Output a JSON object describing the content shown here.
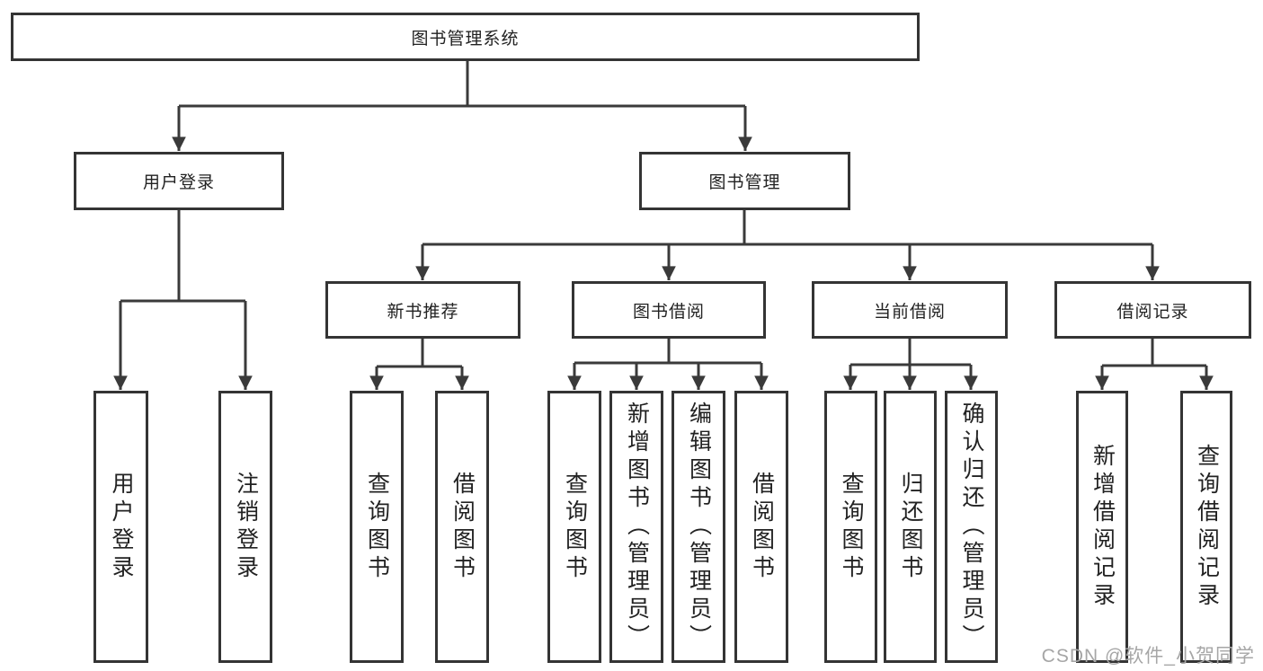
{
  "colors": {
    "line": "#3a3a3a",
    "box_border": "#343434",
    "box_fill": "#ffffff",
    "text": "#222222",
    "watermark": "#a6a6a6",
    "background": "#ffffff"
  },
  "watermark": "CSDN @软件_小贺同学",
  "tree": {
    "root": "图书管理系统",
    "branches": [
      {
        "label": "用户登录",
        "leaves": [
          "用户登录",
          "注销登录"
        ]
      },
      {
        "label": "图书管理",
        "groups": [
          {
            "label": "新书推荐",
            "leaves": [
              "查询图书",
              "借阅图书"
            ]
          },
          {
            "label": "图书借阅",
            "leaves": [
              "查询图书",
              "新增图书（管理员）",
              "编辑图书（管理员）",
              "借阅图书"
            ]
          },
          {
            "label": "当前借阅",
            "leaves": [
              "查询图书",
              "归还图书",
              "确认归还（管理员）"
            ]
          },
          {
            "label": "借阅记录",
            "leaves": [
              "新增借阅记录",
              "查询借阅记录"
            ]
          }
        ]
      }
    ]
  }
}
